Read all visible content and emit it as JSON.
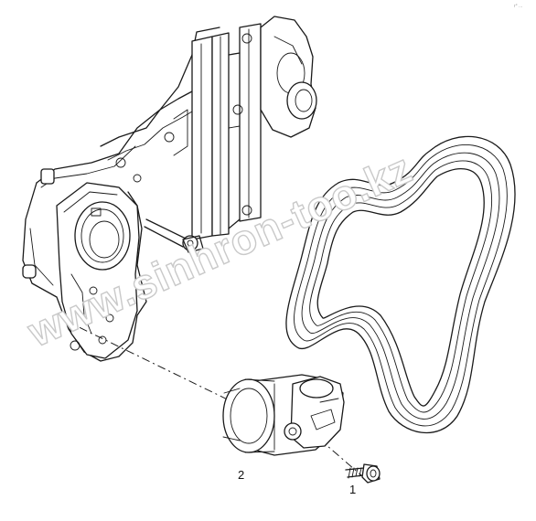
{
  "callouts": {
    "bolt": "1",
    "tensioner": "2"
  },
  "watermark": "www.sinhron-too.kz",
  "corner_mark": "r° ...",
  "colors": {
    "line": "#1a1a1a",
    "watermark_outline": "#c9c9c9",
    "background": "#ffffff"
  }
}
